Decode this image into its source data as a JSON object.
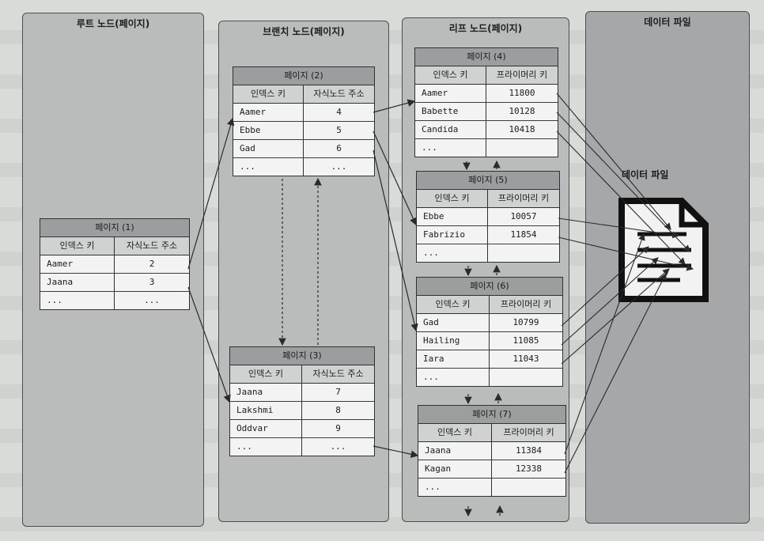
{
  "columns": {
    "root": {
      "title": "루트 노드(페이지)"
    },
    "branch": {
      "title": "브랜치 노드(페이지)"
    },
    "leaf": {
      "title": "리프 노드(페이지)"
    },
    "data": {
      "title": "데이터 파일"
    }
  },
  "data_file_label": "데이터 파일",
  "pages": {
    "p1": {
      "title": "페이지 (1)",
      "h1": "인덱스 키",
      "h2": "자식노드 주소",
      "rows": [
        [
          "Aamer",
          "2"
        ],
        [
          "Jaana",
          "3"
        ],
        [
          "...",
          "..."
        ]
      ]
    },
    "p2": {
      "title": "페이지 (2)",
      "h1": "인덱스 키",
      "h2": "자식노드 주소",
      "rows": [
        [
          "Aamer",
          "4"
        ],
        [
          "Ebbe",
          "5"
        ],
        [
          "Gad",
          "6"
        ],
        [
          "...",
          "..."
        ]
      ]
    },
    "p3": {
      "title": "페이지 (3)",
      "h1": "인덱스 키",
      "h2": "자식노드 주소",
      "rows": [
        [
          "Jaana",
          "7"
        ],
        [
          "Lakshmi",
          "8"
        ],
        [
          "Oddvar",
          "9"
        ],
        [
          "...",
          "..."
        ]
      ]
    },
    "p4": {
      "title": "페이지 (4)",
      "h1": "인덱스 키",
      "h2": "프라이머리 키",
      "rows": [
        [
          "Aamer",
          "11800"
        ],
        [
          "Babette",
          "10128"
        ],
        [
          "Candida",
          "10418"
        ],
        [
          "...",
          ""
        ]
      ]
    },
    "p5": {
      "title": "페이지 (5)",
      "h1": "인덱스 키",
      "h2": "프라이머리 키",
      "rows": [
        [
          "Ebbe",
          "10057"
        ],
        [
          "Fabrizio",
          "11854"
        ],
        [
          "...",
          ""
        ]
      ]
    },
    "p6": {
      "title": "페이지 (6)",
      "h1": "인덱스 키",
      "h2": "프라이머리 키",
      "rows": [
        [
          "Gad",
          "10799"
        ],
        [
          "Hailing",
          "11085"
        ],
        [
          "Iara",
          "11043"
        ],
        [
          "...",
          ""
        ]
      ]
    },
    "p7": {
      "title": "페이지 (7)",
      "h1": "인덱스 키",
      "h2": "프라이머리 키",
      "rows": [
        [
          "Jaana",
          "11384"
        ],
        [
          "Kagan",
          "12338"
        ],
        [
          "...",
          ""
        ]
      ]
    }
  }
}
